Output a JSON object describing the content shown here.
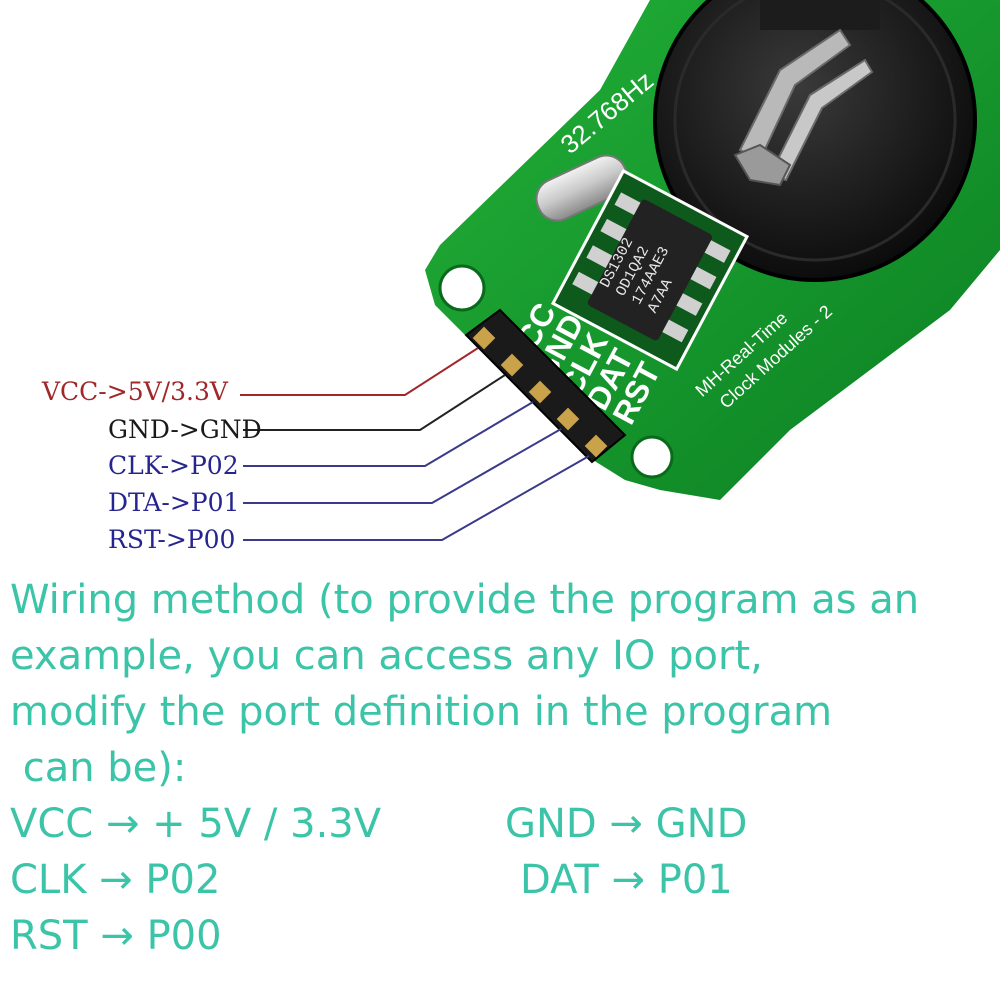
{
  "board": {
    "crystal_label": "32.768Hz",
    "chip_lines": [
      "DS1302",
      "OD1QA2",
      "174AAE3",
      "A7AA"
    ],
    "module_text_line1": "MH-Real-Time",
    "module_text_line2": "Clock Modules - 2",
    "header_pins": [
      "VCC",
      "GND",
      "CLK",
      "DAT",
      "RST"
    ]
  },
  "colors": {
    "board_green": "#0f8f28",
    "vcc_label": "#a0282a",
    "gnd_label": "#1a1a1a",
    "signal_label": "#25258f",
    "description_text": "#3cc4a8"
  },
  "pin_labels": [
    {
      "text": "VCC->5V/3.3V",
      "color": "#a0282a"
    },
    {
      "text": "GND->GND",
      "color": "#1a1a1a"
    },
    {
      "text": "CLK->P02",
      "color": "#25258f"
    },
    {
      "text": "DTA->P01",
      "color": "#25258f"
    },
    {
      "text": "RST->P00",
      "color": "#25258f"
    }
  ],
  "description": {
    "lines": [
      "Wiring method (to provide the program as an",
      "example, you can access any IO port,",
      "modify the port definition in the program",
      " can be):"
    ]
  },
  "mapping": {
    "row1_left": "VCC → + 5V / 3.3V",
    "row1_right": "GND → GND",
    "row2_left": "CLK → P02",
    "row2_right": "DAT → P01",
    "row3_left": "RST → P00"
  }
}
